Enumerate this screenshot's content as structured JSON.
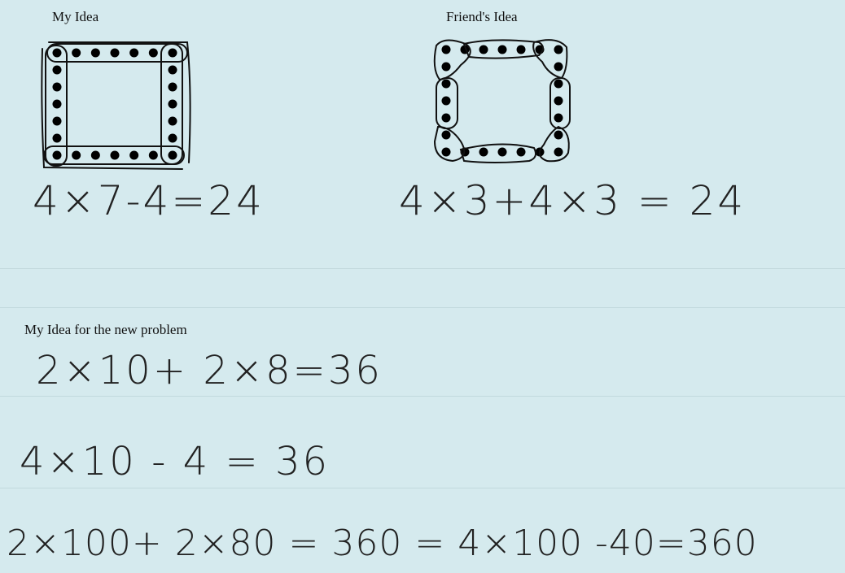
{
  "sections": {
    "my_idea": {
      "label": "My Idea",
      "equation": "4×7-4=24"
    },
    "friends_idea": {
      "label": "Friend's Idea",
      "equation": "4×3+4×3 = 24"
    },
    "new_problem": {
      "label": "My Idea for the new problem",
      "equations": [
        "2×10+ 2×8=36",
        "4×10 - 4 = 36",
        "2×100+ 2×80 = 360 = 4×100 -40=360"
      ]
    }
  },
  "dot_array": {
    "dots_per_side": 7,
    "total_dots": 24
  }
}
